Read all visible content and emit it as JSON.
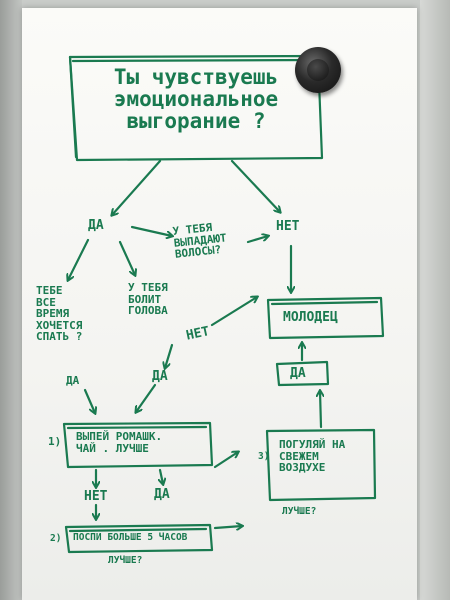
{
  "colors": {
    "ink": "#1a7a50",
    "paper": "#f7f7f4",
    "magnet": "#1e1e1e",
    "wall": "#c9ccc9"
  },
  "title": "Ты чувствуешь\nэмоциональное\nвыгорание ?",
  "answers": {
    "yes": "ДА",
    "no": "НЕТ"
  },
  "questions": {
    "want_sleep": "ТЕБЕ\nВСЕ\nВРЕМЯ\nХОЧЕТСЯ\nСПАТЬ ?",
    "headache": "У ТЕБЯ\nБОЛИТ\nГОЛОВА",
    "hair_loss": "У ТЕБЯ\nВЫПАДАЮТ\nВОЛОСЫ?"
  },
  "branch_answers": {
    "sleep_yes": "ДА",
    "head_no": "НЕТ",
    "head_yes": "ДА"
  },
  "result": "МОЛОДЕЦ",
  "steps": {
    "s1": {
      "num": "1)",
      "text": "ВЫПЕЙ РОМАШК.\nЧАЙ . ЛУЧШЕ"
    },
    "s2": {
      "num": "2)",
      "text": "ПОСПИ БОЛЬШЕ 5 ЧАСОВ"
    },
    "s2_q": "ЛУЧШЕ?",
    "s3": {
      "num": "3)",
      "text": "ПОГУЛЯЙ НА\nСВЕЖЕМ\nВОЗДУХЕ"
    },
    "s3_q": "ЛУЧШЕ?",
    "s1_no": "НЕТ",
    "s1_yes": "ДА",
    "s3_yes": "ДА"
  }
}
